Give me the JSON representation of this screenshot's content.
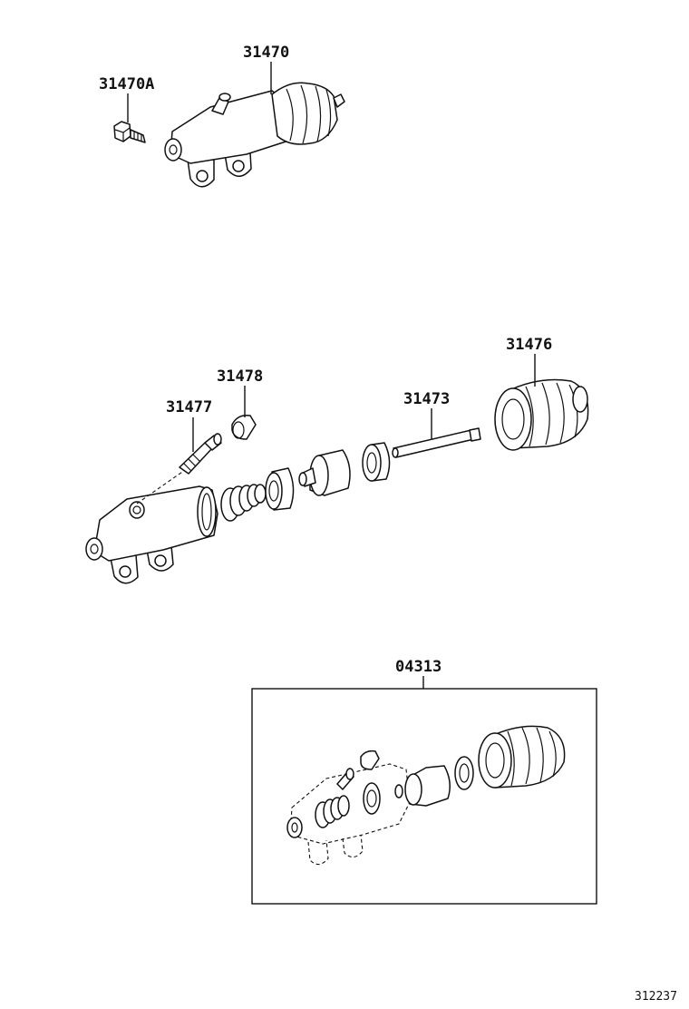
{
  "parts": {
    "bolt": "31470A",
    "cylinder_assy": "31470",
    "bleeder_plug": "31477",
    "bleeder_cap": "31478",
    "push_rod": "31473",
    "boot": "31476",
    "repair_kit": "04313"
  },
  "diagram_ref": "312237"
}
